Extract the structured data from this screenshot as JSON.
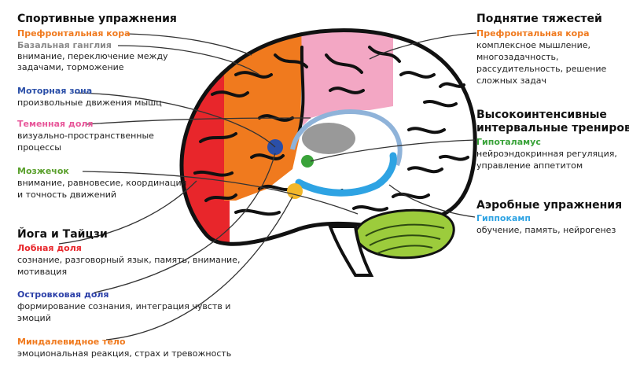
{
  "colors": {
    "frontal": "#e8262b",
    "prefrontal": "#f07a1e",
    "parietal": "#f3a7c4",
    "cerebellum": "#9ccc3c",
    "insula": "#2b4fa8",
    "hypothalamus": "#3aa33a",
    "amygdala": "#f2b72a",
    "hippocampus": "#2ea3e3",
    "basal": "#999999"
  },
  "left": {
    "sports": {
      "title": "Спортивные упражнения",
      "r1": "Префронтальная кора",
      "r2": "Базальная ганглия",
      "d1": "внимание, переключение между",
      "d2": "задачами, торможение"
    },
    "motor": {
      "region": "Моторная зона",
      "d1": "произвольные движения мышц"
    },
    "parietal": {
      "region": "Теменная доля",
      "d1": "визуально-пространственные",
      "d2": "процессы"
    },
    "cerebellum": {
      "region": "Мозжечок",
      "d1": "внимание, равновесие, координация",
      "d2": "и точность движений"
    },
    "yoga": {
      "title": "Йога и Тайцзи",
      "region": "Лобная доля",
      "d1": "сознание, разговорный язык, память, внимание,",
      "d2": "мотивация"
    },
    "insula": {
      "region": "Островковая доля",
      "d1": "формирование сознания, интеграция чувств и",
      "d2": "эмоций"
    },
    "amygdala": {
      "region": "Миндалевидное тело",
      "d1": "эмоциональная реакция, страх и тревожность"
    }
  },
  "right": {
    "weights": {
      "title": "Поднятие тяжестей",
      "region": "Префронтальная кора",
      "d1": "комплексное мышление,",
      "d2": "многозадачность,",
      "d3": "рассудительность, решение",
      "d4": "сложных задач"
    },
    "hiit": {
      "title1": "Высокоинтенсивные",
      "title2": "интервальные тренировки",
      "region": "Гипоталамус",
      "d1": "нейроэндокринная регуляция,",
      "d2": "управление аппетитом"
    },
    "aerobic": {
      "title": "Аэробные упражнения",
      "region": "Гиппокамп",
      "d1": "обучение, память, нейрогенез"
    }
  }
}
